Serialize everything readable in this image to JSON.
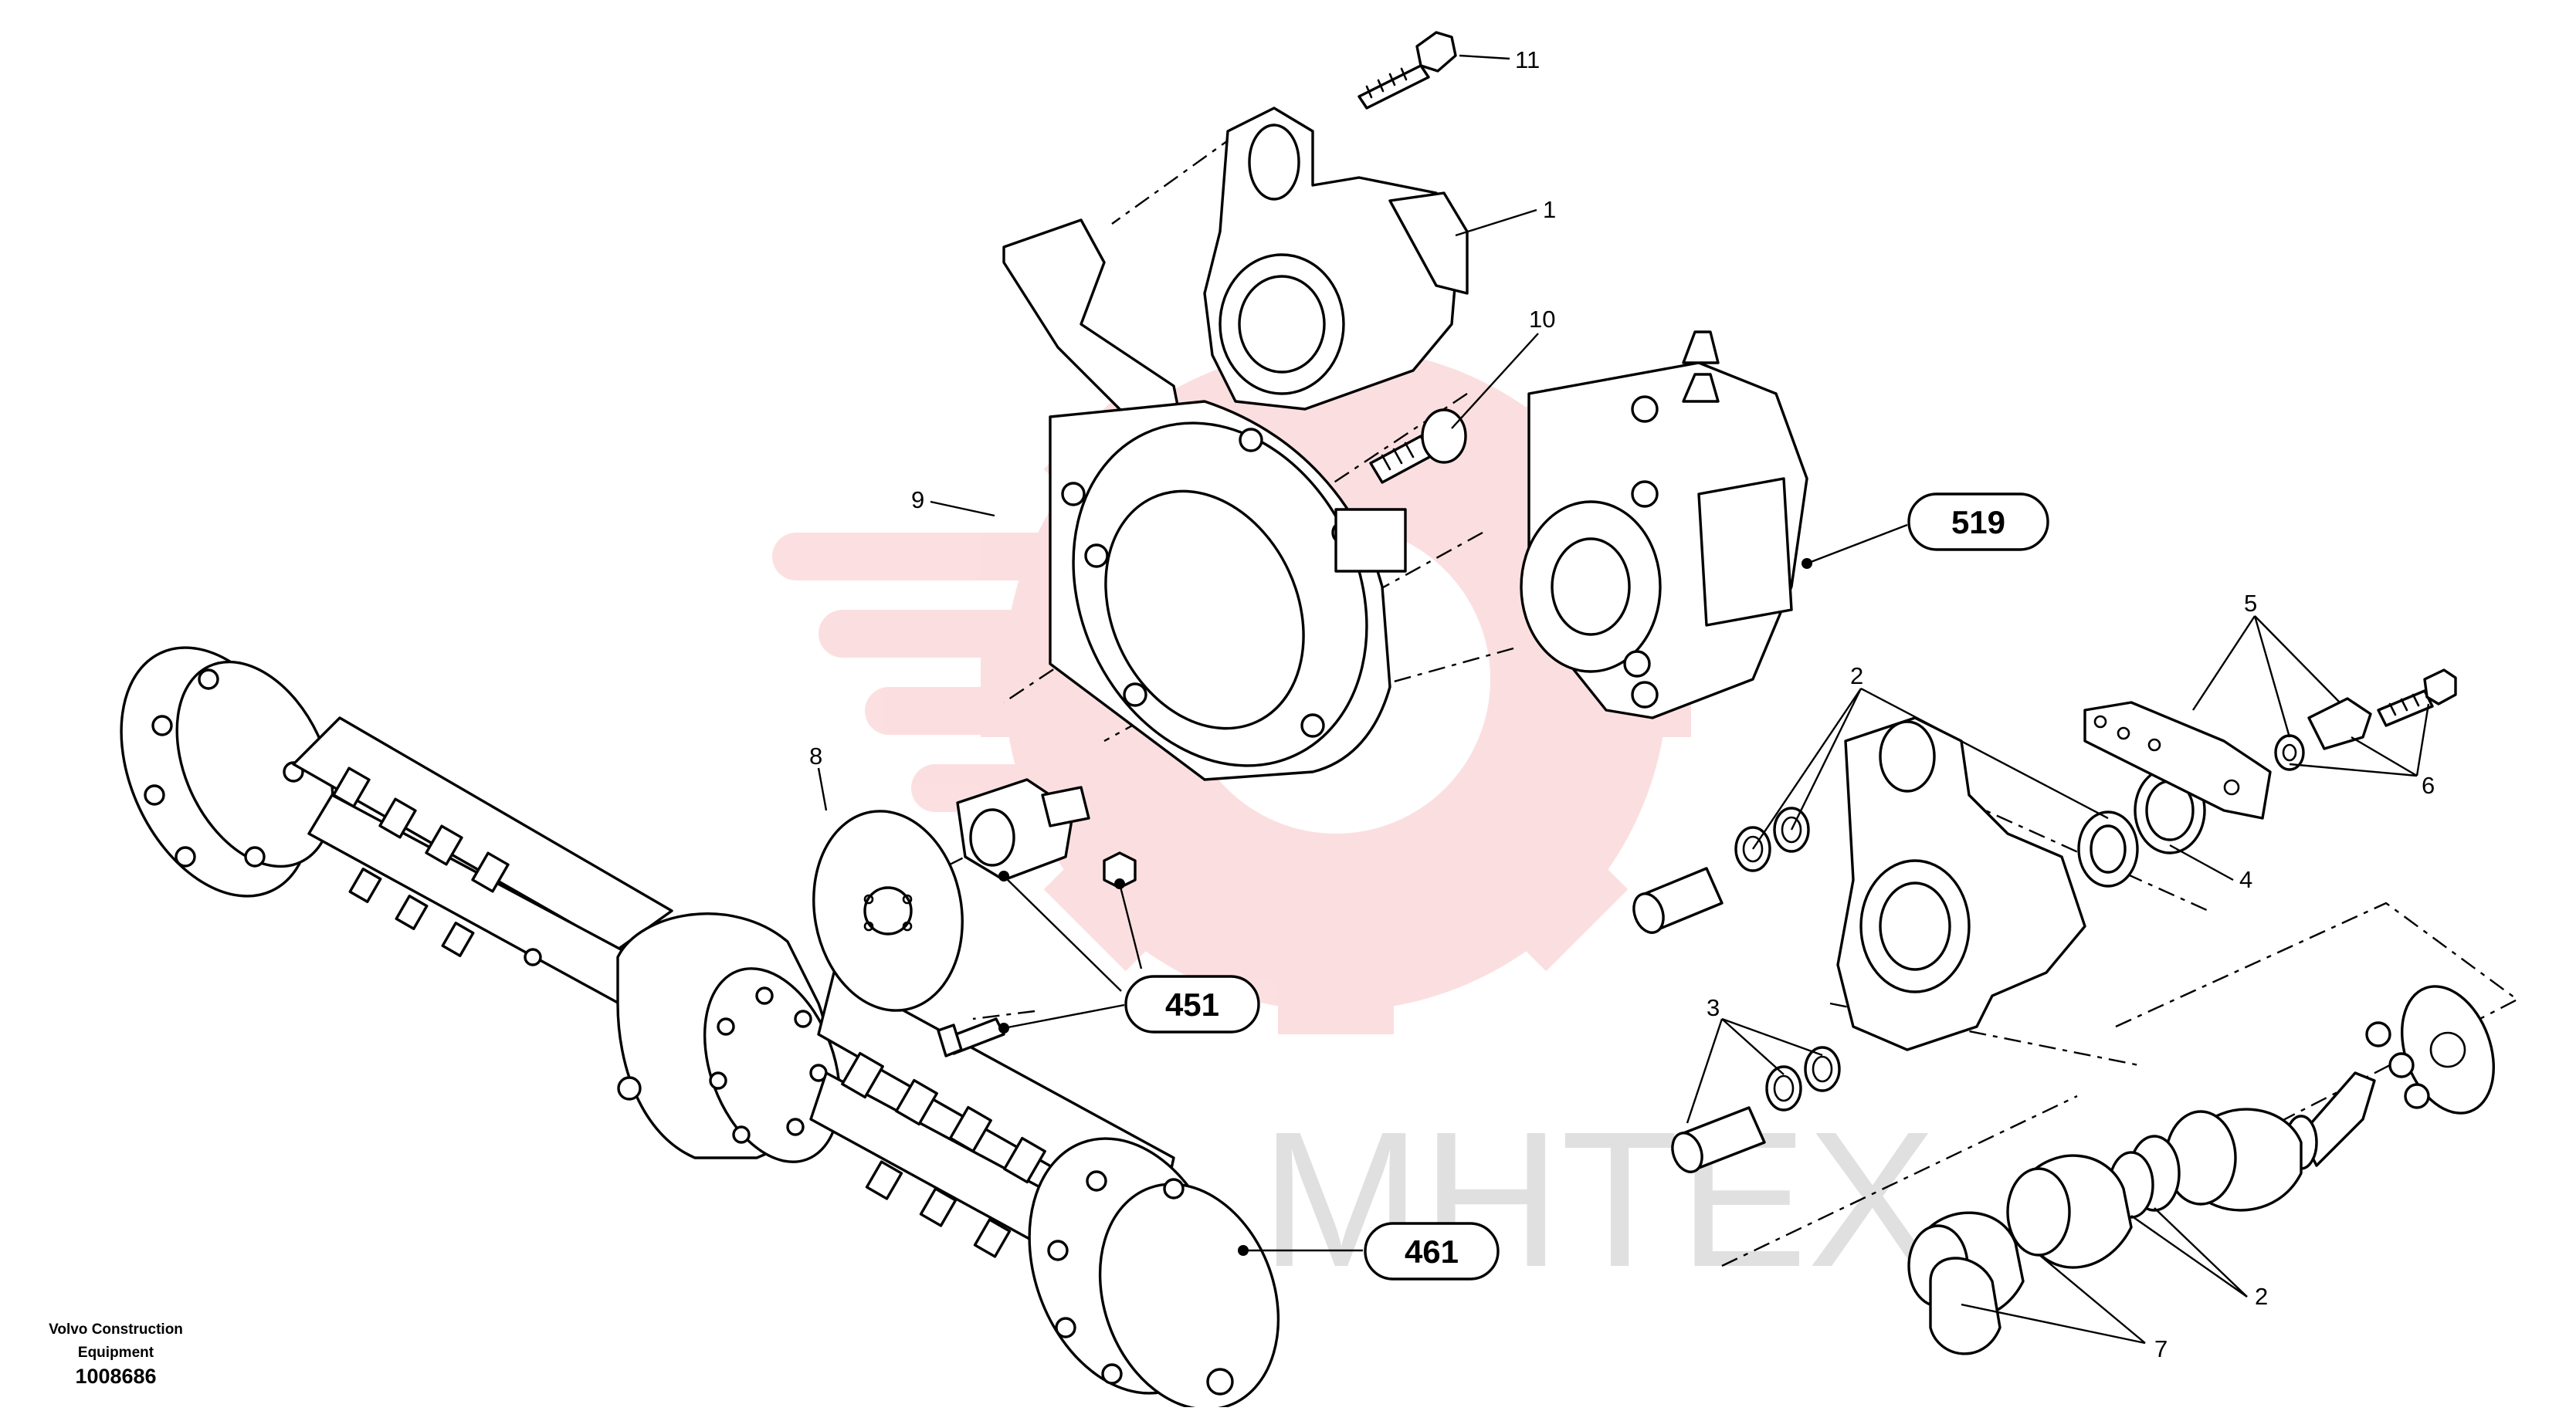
{
  "watermark": {
    "text": "MHTEX",
    "color": "#e8262c",
    "text_color": "#c8c8c8"
  },
  "callouts": {
    "c1": "1",
    "c2a": "2",
    "c2b": "2",
    "c3": "3",
    "c4": "4",
    "c5": "5",
    "c6": "6",
    "c7": "7",
    "c8": "8",
    "c9": "9",
    "c10": "10",
    "c11": "11"
  },
  "references": {
    "r519": "519",
    "r451": "451",
    "r461": "461"
  },
  "footer": {
    "manufacturer_line1": "Volvo Construction",
    "manufacturer_line2": "Equipment",
    "drawing_number": "1008686"
  }
}
